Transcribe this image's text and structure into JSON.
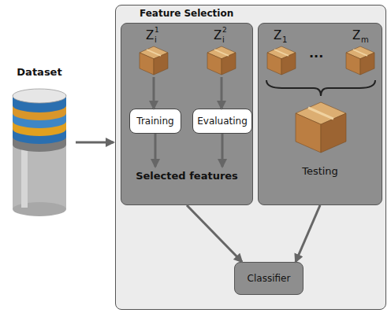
{
  "diagram": {
    "nodes": [
      {
        "text": [
          "Dataset"
        ]
      },
      {
        "text": [
          "Feature Selection"
        ]
      },
      {
        "text": [
          "Selected features"
        ],
        "in": 1
      },
      {
        "text": [
          "Z",
          "i",
          "1"
        ],
        "in": 2
      },
      {
        "text": [
          "Z",
          "i",
          "2"
        ],
        "in": 2
      },
      {
        "text": [
          "Training"
        ],
        "in": 2
      },
      {
        "text": [
          "Evaluating"
        ],
        "in": 2
      },
      {
        "text": [
          "Testing"
        ],
        "in": 1
      },
      {
        "text": [
          "Z",
          "1"
        ],
        "in": 7
      },
      {
        "text": [
          "Z",
          "m"
        ],
        "in": 7
      },
      {
        "text": [
          "Classifier"
        ],
        "in": 1
      }
    ],
    "edges": [
      {
        "from": 0,
        "to": 1,
        "arrow": "to"
      },
      {
        "from": 3,
        "to": 5,
        "arrow": "to"
      },
      {
        "from": 4,
        "to": 6,
        "arrow": "to"
      },
      {
        "from": 5,
        "to": 2,
        "arrow": "to"
      },
      {
        "from": 6,
        "to": 2,
        "arrow": "to"
      },
      {
        "from": 2,
        "to": 10,
        "arrow": "to"
      },
      {
        "from": 7,
        "to": 10,
        "arrow": "to"
      }
    ],
    "labels": [
      "..."
    ]
  }
}
